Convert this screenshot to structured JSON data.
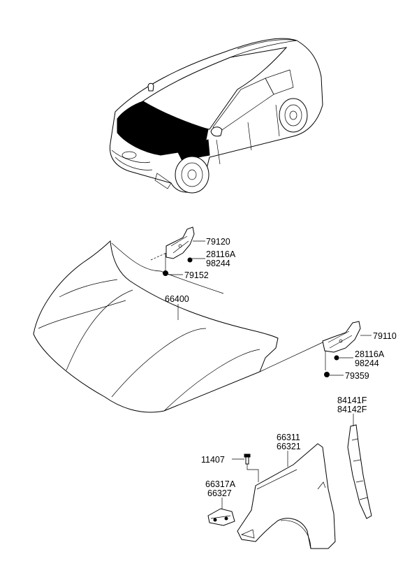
{
  "labels": {
    "hinge_left": "79120",
    "nut_left_a": "28116A",
    "nut_left_b": "98244",
    "bolt_left": "79152",
    "hood": "66400",
    "hinge_right": "79110",
    "nut_right_a": "28116A",
    "nut_right_b": "98244",
    "bolt_right": "79359",
    "seal_a": "84141F",
    "seal_b": "84142F",
    "fender_a": "66311",
    "fender_b": "66321",
    "bolt_fender": "11407",
    "bracket_a": "66317A",
    "bracket_b": "66327"
  }
}
